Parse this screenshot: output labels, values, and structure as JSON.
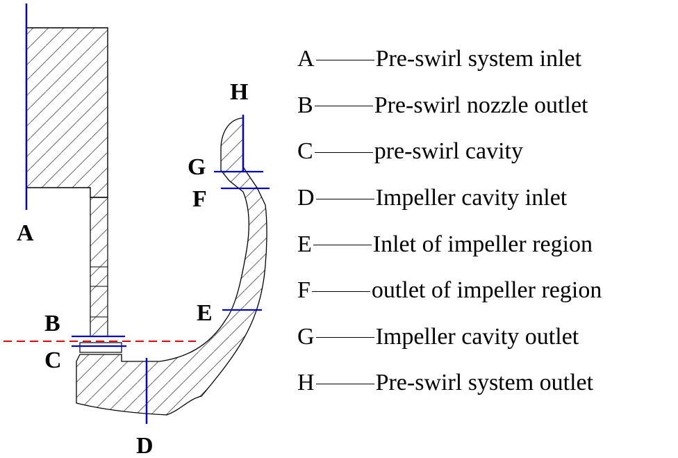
{
  "markers": {
    "A": "A",
    "B": "B",
    "C": "C",
    "D": "D",
    "E": "E",
    "F": "F",
    "G": "G",
    "H": "H"
  },
  "legend": [
    {
      "key": "A",
      "text": "Pre-swirl system inlet"
    },
    {
      "key": "B",
      "text": "Pre-swirl nozzle outlet"
    },
    {
      "key": "C",
      "text": "pre-swirl cavity"
    },
    {
      "key": "D",
      "text": "Impeller cavity inlet"
    },
    {
      "key": "E",
      "text": "Inlet of impeller region"
    },
    {
      "key": "F",
      "text": "outlet of impeller region"
    },
    {
      "key": "G",
      "text": "Impeller cavity outlet"
    },
    {
      "key": "H",
      "text": "Pre-swirl system outlet"
    }
  ],
  "colors": {
    "section_line": "#0000cc",
    "axis_line": "#e00000",
    "outline": "#000000",
    "hatch": "#555555"
  }
}
